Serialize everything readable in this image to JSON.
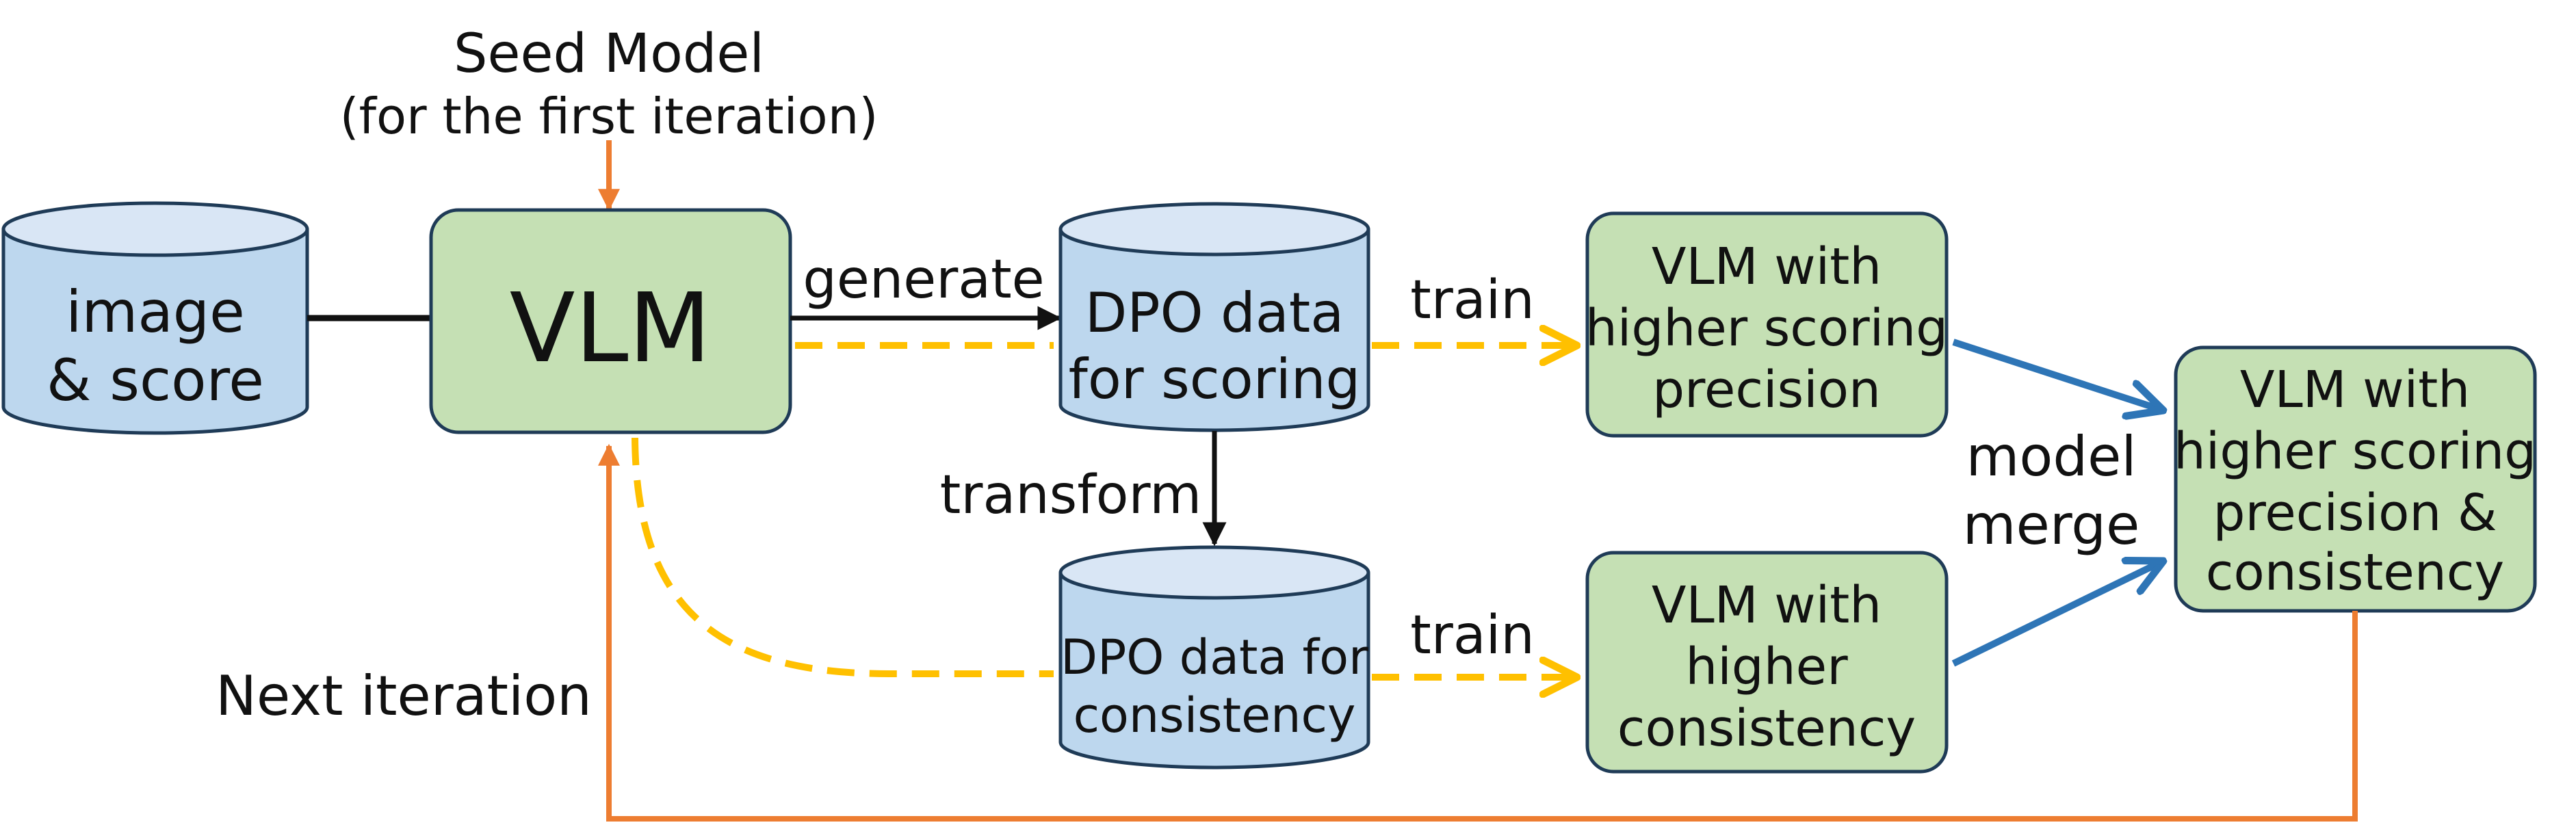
{
  "seed_model": {
    "title": "Seed Model",
    "subtitle": "(for the first iteration)"
  },
  "nodes": {
    "image_score": {
      "line1": "image",
      "line2": "& score"
    },
    "vlm": {
      "label": "VLM"
    },
    "dpo_scoring": {
      "line1": "DPO data",
      "line2": "for scoring"
    },
    "dpo_consistency": {
      "line1": "DPO data for",
      "line2": "consistency"
    },
    "vlm_precision": {
      "line1": "VLM with",
      "line2": "higher scoring",
      "line3": "precision"
    },
    "vlm_consistency": {
      "line1": "VLM with",
      "line2": "higher",
      "line3": "consistency"
    },
    "vlm_merged": {
      "line1": "VLM with",
      "line2": "higher scoring",
      "line3": "precision &",
      "line4": "consistency"
    }
  },
  "edge_labels": {
    "generate": "generate",
    "transform": "transform",
    "train_top": "train",
    "train_bottom": "train",
    "model_merge_line1": "model",
    "model_merge_line2": "merge",
    "next_iteration": "Next iteration"
  },
  "colors": {
    "cylinder_fill": "#bdd7ee",
    "cylinder_top": "#d9e6f5",
    "box_fill": "#c5e0b4",
    "outline": "#1f3b57",
    "black_arrow": "#111111",
    "yellow_dashed": "#ffc000",
    "orange_arrow": "#ed7d31",
    "blue_arrow": "#2e75b6"
  }
}
